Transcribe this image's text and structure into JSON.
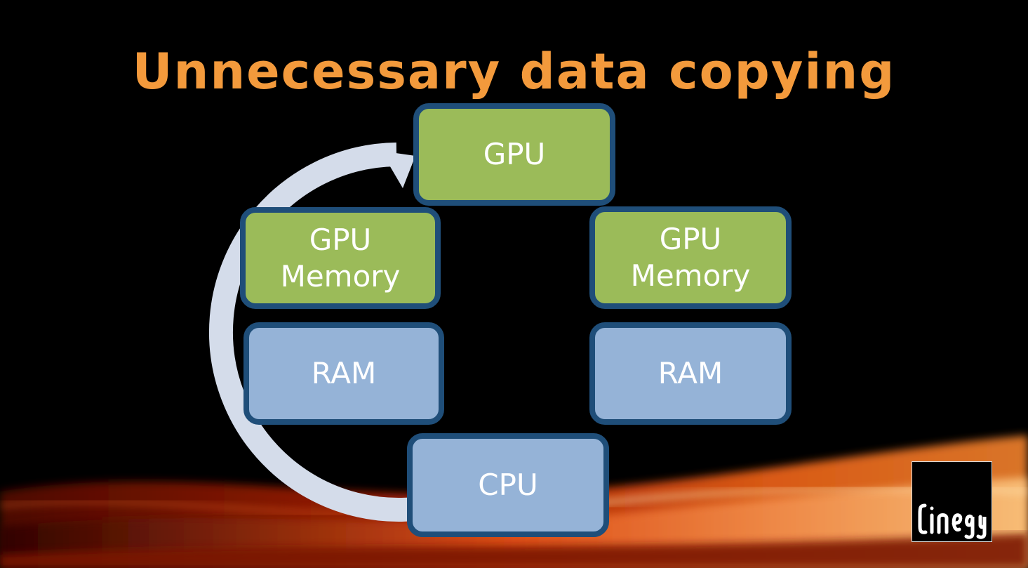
{
  "title": "Unnecessary data copying",
  "nodes": {
    "gpu_top": "GPU",
    "gpu_memory_left": "GPU\nMemory",
    "gpu_memory_right": "GPU\nMemory",
    "ram_left": "RAM",
    "ram_right": "RAM",
    "cpu_bottom": "CPU"
  },
  "logo": {
    "text": "Cinegy",
    "icon": "cinegy-logo"
  },
  "colors": {
    "title": "#F39A3C",
    "gpu_box": "#9BBB59",
    "memory_box": "#95B3D7",
    "box_border": "#1F4E79",
    "cycle_arrow": "#D4DCEA",
    "background": "#000000"
  }
}
